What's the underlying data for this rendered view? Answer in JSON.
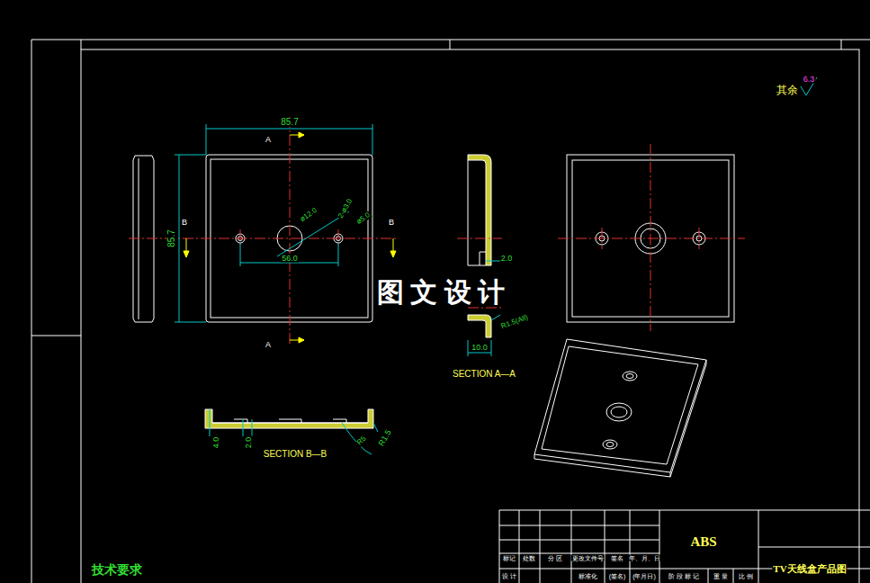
{
  "diagram": {
    "labels": [
      "其余",
      "6.3",
      "85.7",
      "85.7",
      "A",
      "A",
      "B",
      "B",
      "ø12.0",
      "2-ø3.0",
      "ø5.0",
      "56.0",
      "2.0",
      "图 文 设 计",
      "R1.5(All)",
      "10.0",
      "SECTION A—A",
      "4.0",
      "2.0",
      "R5",
      "R1.5",
      "SECTION B—B",
      "技术要求",
      "ABS",
      "TV天线盒产品图",
      "标记",
      "处数",
      "分 区",
      "更改文件号",
      "签名",
      "年、月、日",
      "设 计",
      "标准化",
      "(签名)",
      "(年月日)",
      "阶 段 标 记",
      "重 量",
      "比 例"
    ]
  }
}
